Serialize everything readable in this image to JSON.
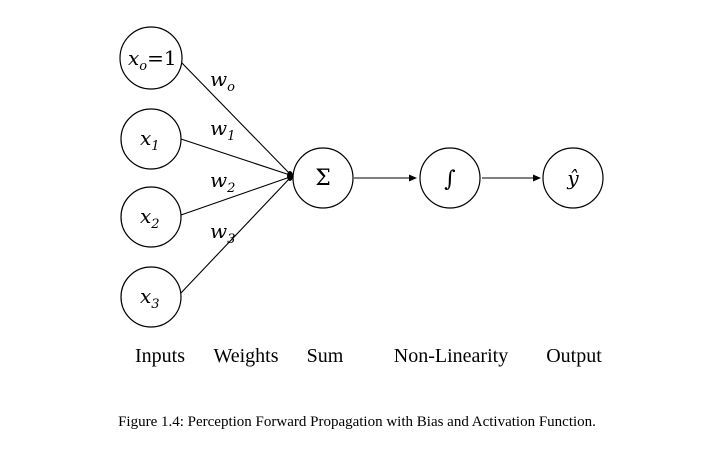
{
  "inputs": [
    {
      "base": "x",
      "sub": "o",
      "suffix": "=1"
    },
    {
      "base": "x",
      "sub": "1",
      "suffix": ""
    },
    {
      "base": "x",
      "sub": "2",
      "suffix": ""
    },
    {
      "base": "x",
      "sub": "3",
      "suffix": ""
    }
  ],
  "weights": [
    {
      "base": "w",
      "sub": "o"
    },
    {
      "base": "w",
      "sub": "1"
    },
    {
      "base": "w",
      "sub": "2"
    },
    {
      "base": "w",
      "sub": "3"
    }
  ],
  "sum_symbol": "Σ",
  "activation_symbol": "∫",
  "output_symbol": "ŷ",
  "stages": {
    "inputs": "Inputs",
    "weights": "Weights",
    "sum": "Sum",
    "nonlinearity": "Non-Linearity",
    "output": "Output"
  },
  "caption": "Figure 1.4: Perception Forward Propagation with Bias and Activation Function."
}
